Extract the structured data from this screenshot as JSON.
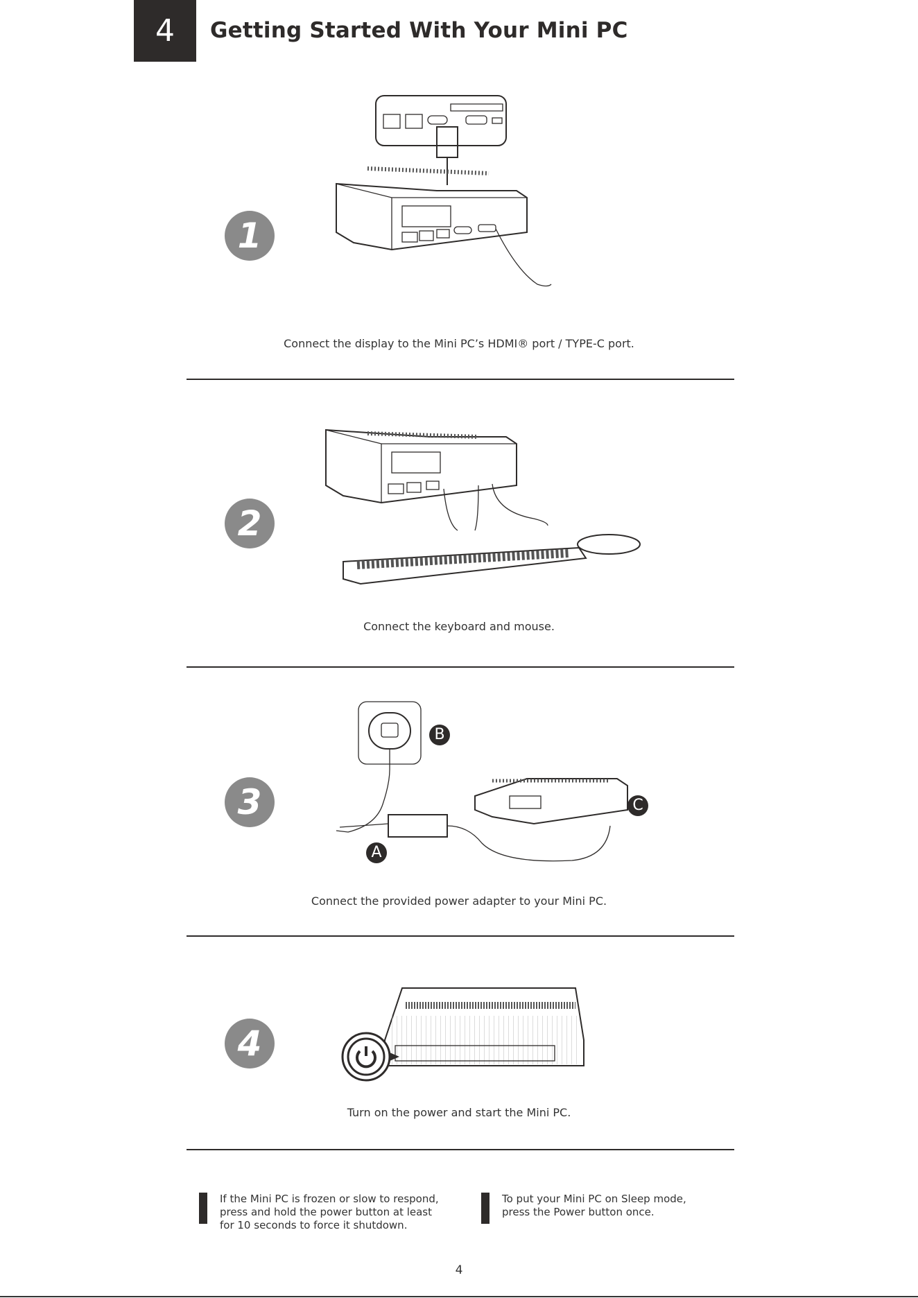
{
  "header": {
    "section_number": "4",
    "title": "Getting Started With Your Mini PC"
  },
  "steps": [
    {
      "number": "1",
      "caption": "Connect the display to the Mini PC’s HDMI® port / TYPE-C  port."
    },
    {
      "number": "2",
      "caption": "Connect the keyboard and mouse."
    },
    {
      "number": "3",
      "caption": "Connect the provided power adapter to your Mini PC.",
      "callouts": [
        "B",
        "C",
        "A"
      ]
    },
    {
      "number": "4",
      "caption": "Turn on the power and start the Mini PC."
    }
  ],
  "notes": [
    "If the Mini PC is frozen or slow to respond, press and hold the power button at least for 10 seconds to force it shutdown.",
    "To put your Mini PC on Sleep mode, press the Power button once."
  ],
  "page_number": "4"
}
